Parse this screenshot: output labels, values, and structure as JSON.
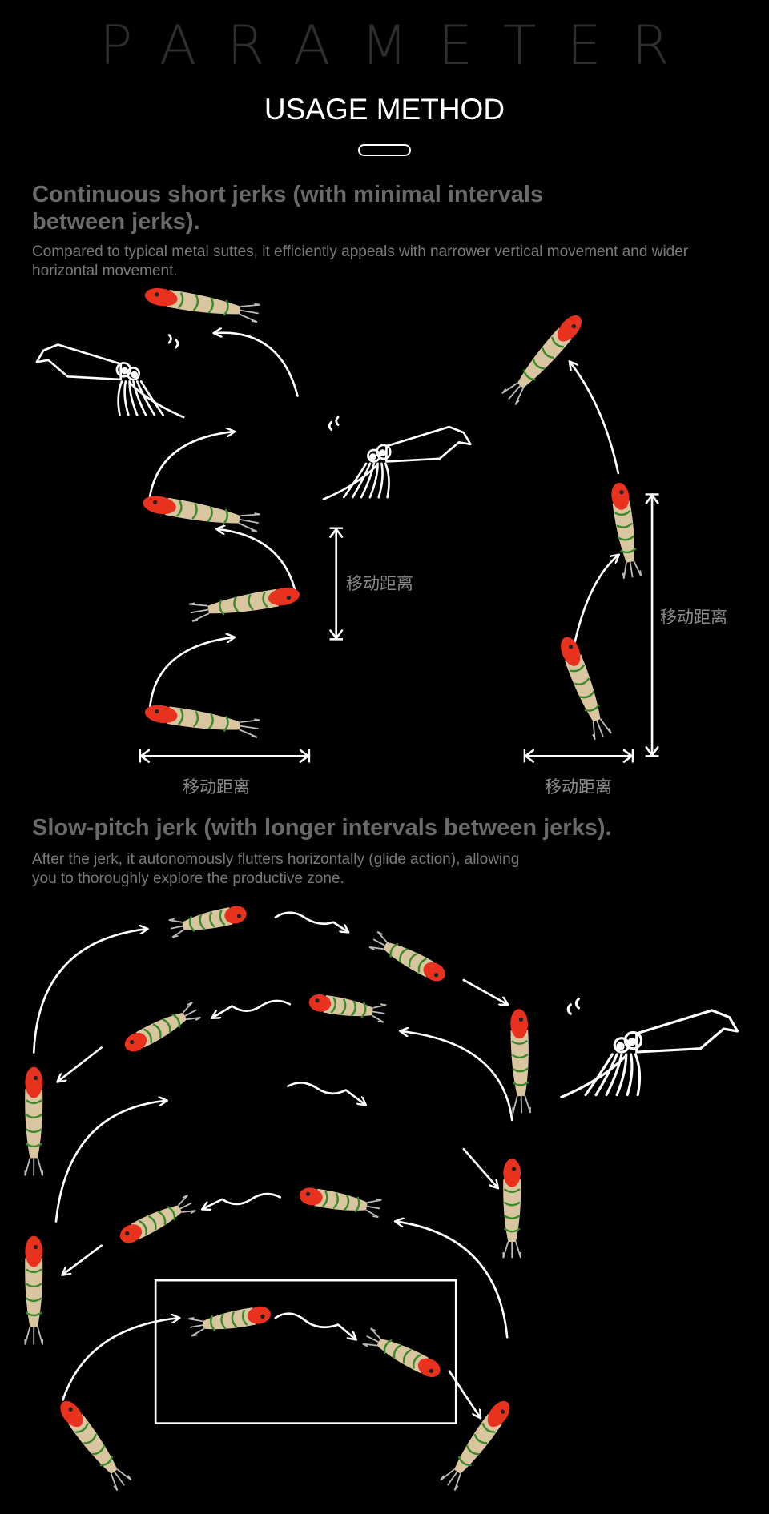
{
  "header": {
    "title": "PARAMETER",
    "subtitle": "USAGE METHOD"
  },
  "section1": {
    "heading": "Continuous short jerks (with minimal intervals between jerks).",
    "body": "Compared to typical metal suttes, it efficiently appeals with narrower vertical movement and wider horizontal movement.",
    "labels": {
      "vertical_left": "移动距离",
      "vertical_right": "移动距离",
      "horizontal_left": "移动距离",
      "horizontal_right": "移动距离"
    }
  },
  "section2": {
    "heading": "Slow-pitch jerk (with longer intervals between jerks).",
    "body": "After the jerk, it autonomously flutters horizontally (glide action), allowing you to thoroughly explore the productive zone."
  },
  "colors": {
    "background": "#000000",
    "lure_head": "#e8321e",
    "lure_body": "#d9c6a0",
    "lure_stripe": "#3a8a2a",
    "line": "#ffffff",
    "heading": "#6a6a6a"
  }
}
